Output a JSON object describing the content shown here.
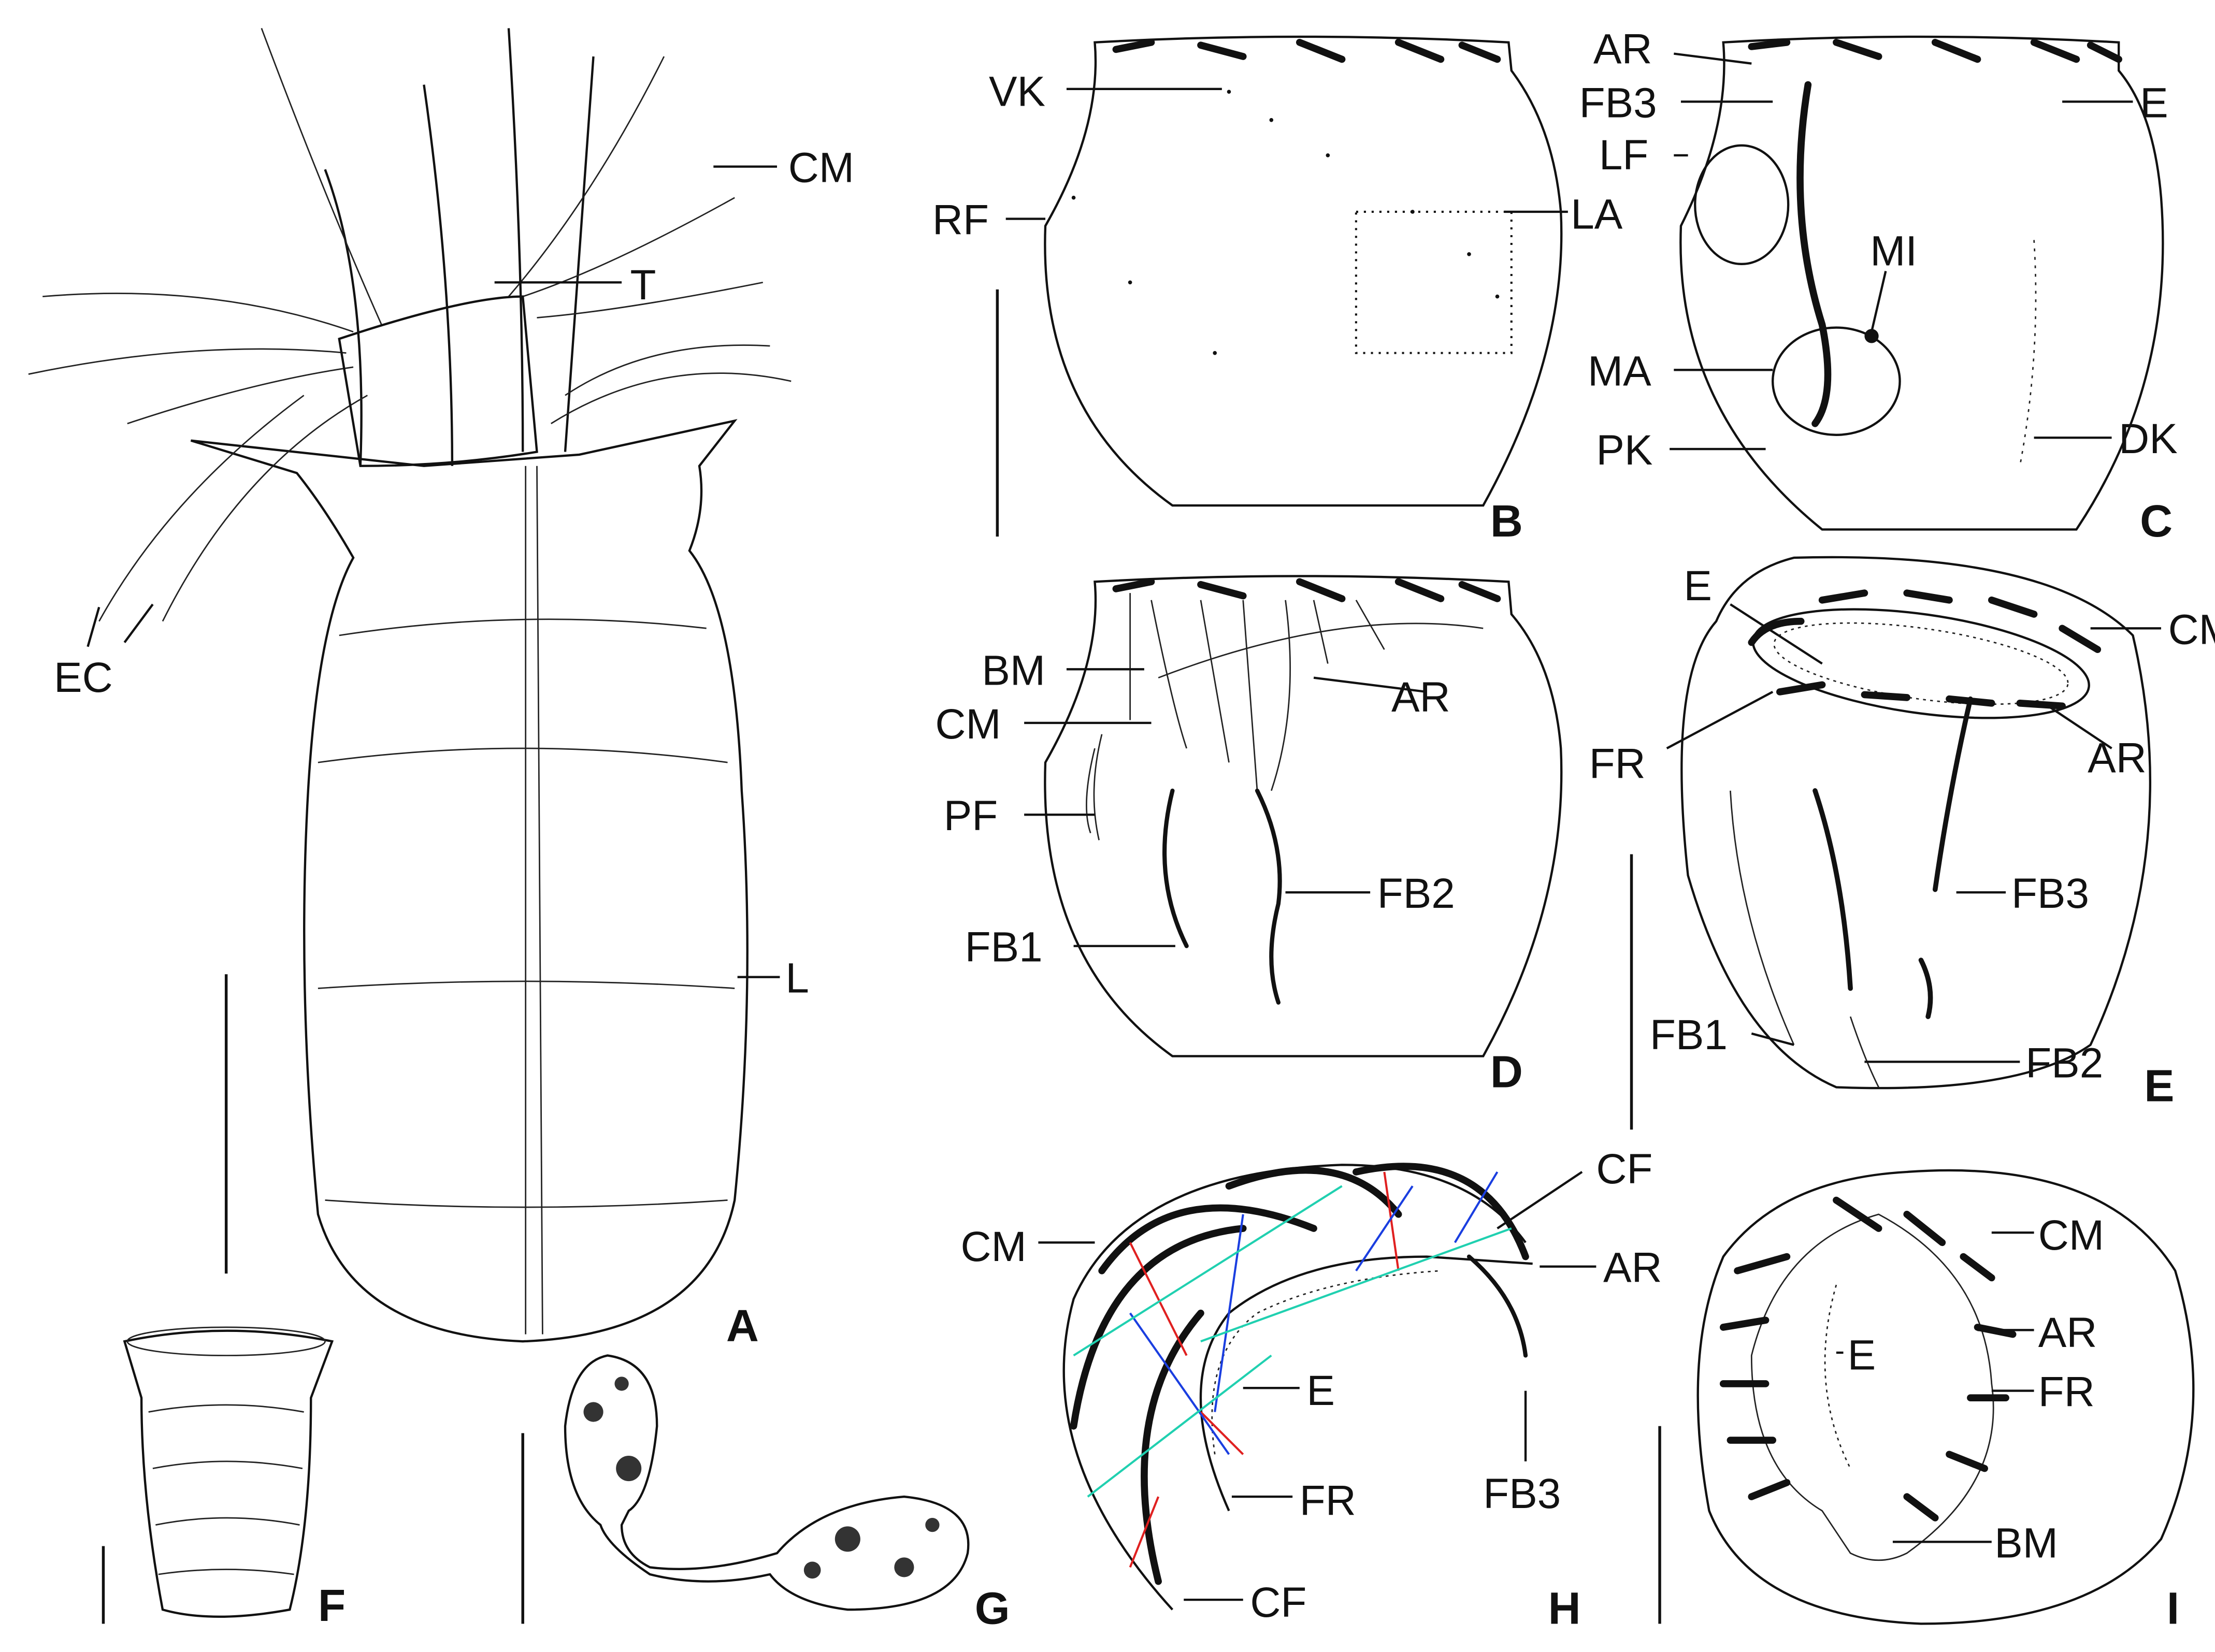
{
  "figure": {
    "panels": {
      "A": {
        "letter": "A",
        "labels": {
          "CM": "CM",
          "T": "T",
          "EC": "EC",
          "L": "L"
        }
      },
      "B": {
        "letter": "B",
        "labels": {
          "VK": "VK",
          "RF": "RF",
          "LA": "LA"
        }
      },
      "C": {
        "letter": "C",
        "labels": {
          "AR": "AR",
          "FB3": "FB3",
          "E": "E",
          "LF": "LF",
          "MI": "MI",
          "MA": "MA",
          "PK": "PK",
          "DK": "DK"
        }
      },
      "D": {
        "letter": "D",
        "labels": {
          "BM": "BM",
          "CM": "CM",
          "AR": "AR",
          "PF": "PF",
          "FB2": "FB2",
          "FB1": "FB1"
        }
      },
      "E": {
        "letter": "E",
        "labels": {
          "E": "E",
          "CM": "CM",
          "FR": "FR",
          "AR": "AR",
          "FB3": "FB3",
          "FB1": "FB1",
          "FB2": "FB2"
        }
      },
      "F": {
        "letter": "F"
      },
      "G": {
        "letter": "G"
      },
      "H": {
        "letter": "H",
        "labels": {
          "CF1": "CF",
          "CM": "CM",
          "AR": "AR",
          "E": "E",
          "FB3": "FB3",
          "FR": "FR",
          "CF2": "CF"
        }
      },
      "I": {
        "letter": "I",
        "labels": {
          "CM": "CM",
          "AR": "AR",
          "E": "E",
          "FR": "FR",
          "BM": "BM"
        }
      }
    },
    "colors": {
      "ink": "#111111",
      "fiber_red": "#e02020",
      "fiber_blue": "#1a3ee0",
      "fiber_cyan": "#20d0b0"
    }
  }
}
